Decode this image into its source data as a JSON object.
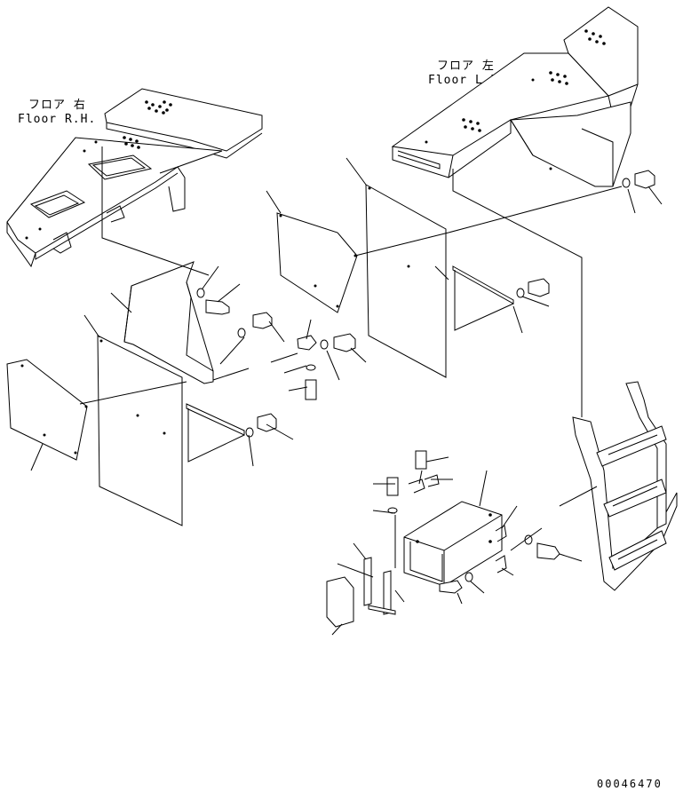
{
  "labels": {
    "floor_rh_jp": "フロア 右",
    "floor_rh_en": "Floor R.H.",
    "floor_lh_jp": "フロア 左",
    "floor_lh_en": "Floor L.H."
  },
  "drawing_code": "00046470"
}
